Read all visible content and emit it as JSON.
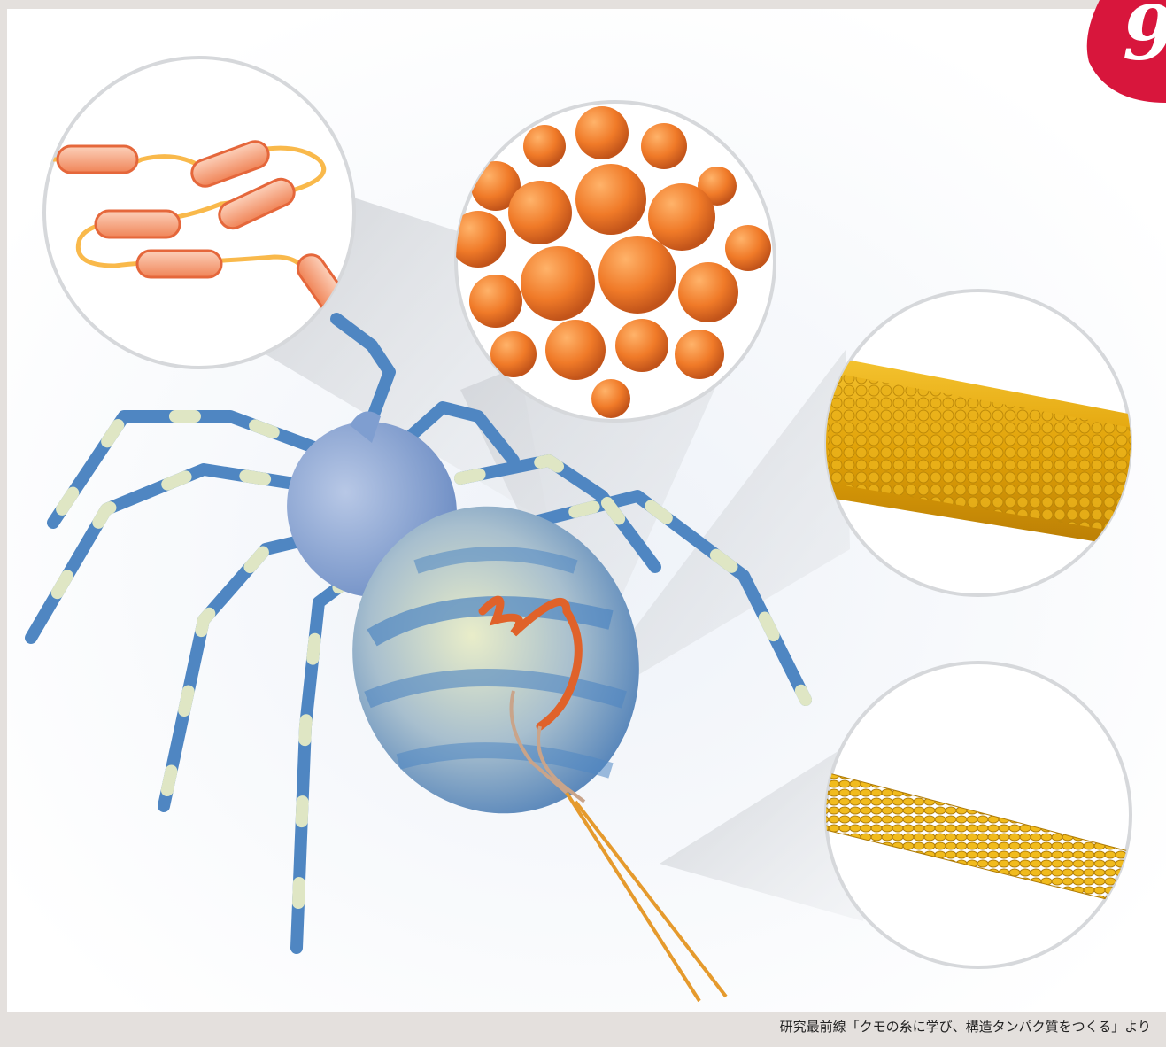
{
  "page_number": "9",
  "caption": "研究最前線「クモの糸に学び、構造タンパク質をつくる」より",
  "colors": {
    "badge_red": "#d8163c",
    "spider_blue": "#4f86c2",
    "spider_pale": "#dfe6c4",
    "protein_orange": "#f28c57",
    "linker_yellow": "#f9b94b",
    "fiber_gold": "#e6a10e"
  },
  "magnified_views": [
    "protein-chain-view",
    "protein-granules-view",
    "silk-fiber-view",
    "fiber-bundle-view"
  ]
}
